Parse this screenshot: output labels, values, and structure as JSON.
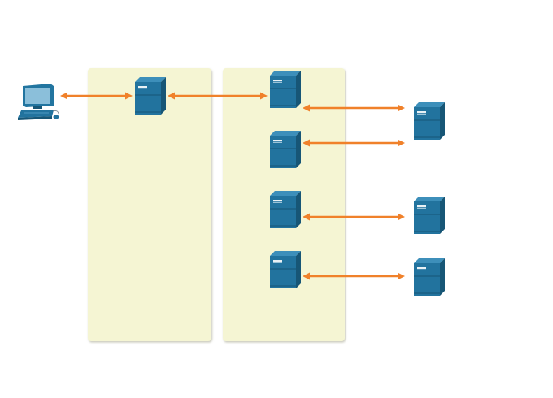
{
  "colors": {
    "panel_fill": "#f5f5d3",
    "panel_shadow": "#d2d2b8",
    "link": "#f0812a",
    "server_front": "#22739e",
    "server_side": "#175676",
    "server_top": "#3d8fba",
    "server_slot": "#e9f1f5",
    "pc_screen_frame": "#2275a0",
    "pc_screen": "#8bbfda",
    "pc_body": "#22739e"
  },
  "nodes": [
    {
      "id": "client-pc",
      "kind": "pc",
      "icon": "desktop-computer-icon"
    },
    {
      "id": "server-a",
      "kind": "server",
      "icon": "tower-server-icon"
    },
    {
      "id": "server-b1",
      "kind": "server",
      "icon": "tower-server-icon"
    },
    {
      "id": "server-b2",
      "kind": "server",
      "icon": "tower-server-icon"
    },
    {
      "id": "server-b3",
      "kind": "server",
      "icon": "tower-server-icon"
    },
    {
      "id": "server-b4",
      "kind": "server",
      "icon": "tower-server-icon"
    },
    {
      "id": "server-c1",
      "kind": "server",
      "icon": "tower-server-icon"
    },
    {
      "id": "server-c2",
      "kind": "server",
      "icon": "tower-server-icon"
    },
    {
      "id": "server-c3",
      "kind": "server",
      "icon": "tower-server-icon"
    }
  ],
  "links": [
    {
      "from": "client-pc",
      "to": "server-a",
      "style": "double-arrow"
    },
    {
      "from": "server-a",
      "to": "server-b1",
      "style": "double-arrow"
    },
    {
      "from": "server-b1",
      "to": "server-c1",
      "style": "double-arrow"
    },
    {
      "from": "server-b2",
      "to": "server-c1",
      "style": "double-arrow"
    },
    {
      "from": "server-b3",
      "to": "server-c2",
      "style": "double-arrow"
    },
    {
      "from": "server-b4",
      "to": "server-c3",
      "style": "double-arrow"
    }
  ]
}
